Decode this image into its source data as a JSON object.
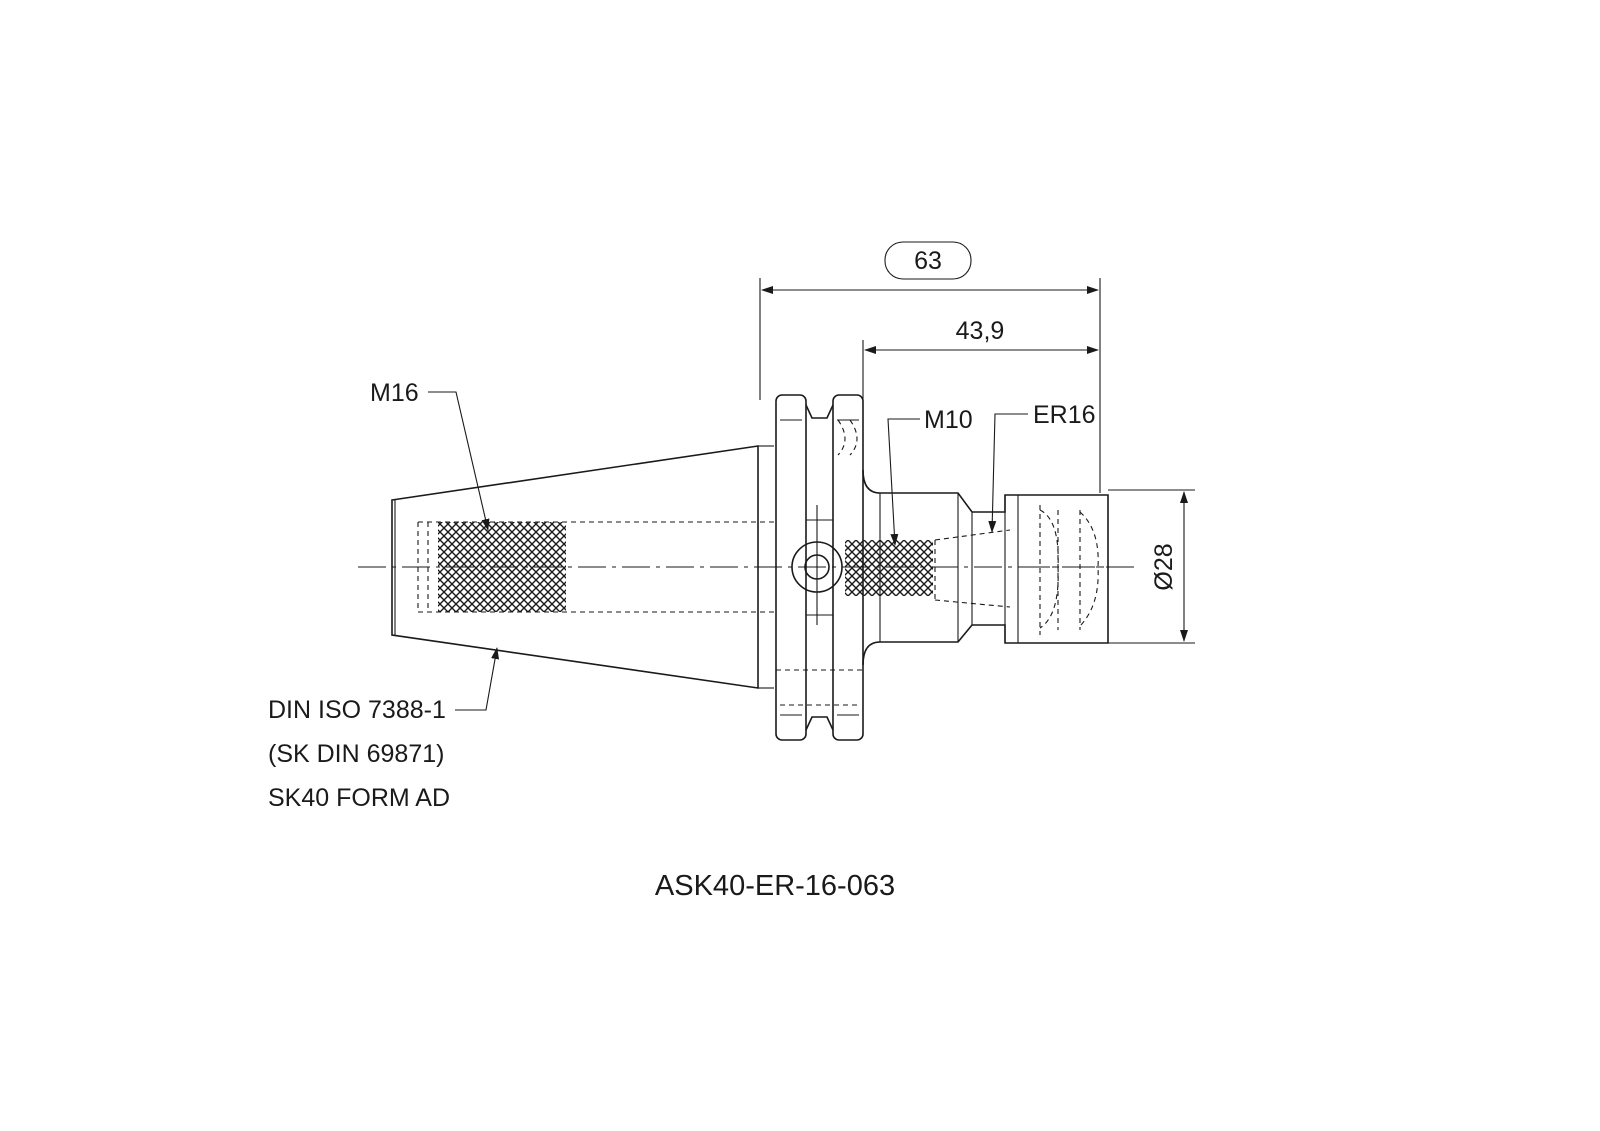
{
  "dimensions": {
    "overall_length": "63",
    "gauge_length": "43,9",
    "diameter": "Ø28"
  },
  "callouts": {
    "thread_pull_stud": "M16",
    "thread_screw": "M10",
    "collet": "ER16",
    "taper_standard": [
      "DIN ISO 7388-1",
      "(SK DIN 69871)",
      "SK40 FORM AD"
    ]
  },
  "part_number": "ASK40-ER-16-063"
}
